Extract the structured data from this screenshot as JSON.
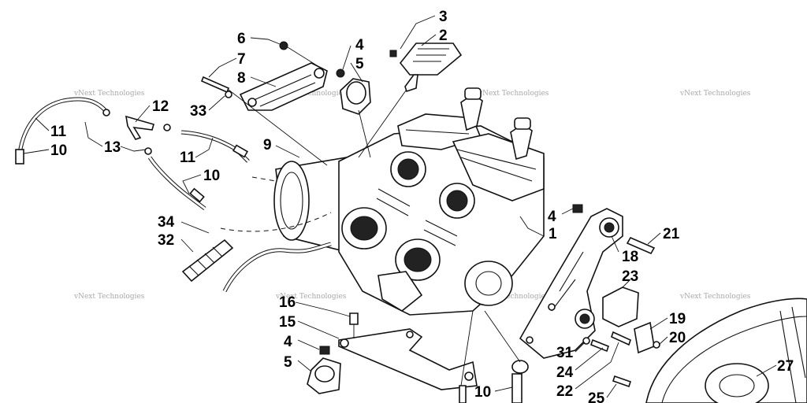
{
  "watermark": "vNext Technologies",
  "callouts": [
    "1",
    "2",
    "3",
    "4",
    "4",
    "4",
    "5",
    "5",
    "6",
    "7",
    "8",
    "9",
    "10",
    "10",
    "10",
    "11",
    "11",
    "12",
    "13",
    "15",
    "16",
    "18",
    "19",
    "20",
    "21",
    "22",
    "23",
    "24",
    "25",
    "27",
    "31",
    "32",
    "33",
    "34"
  ]
}
